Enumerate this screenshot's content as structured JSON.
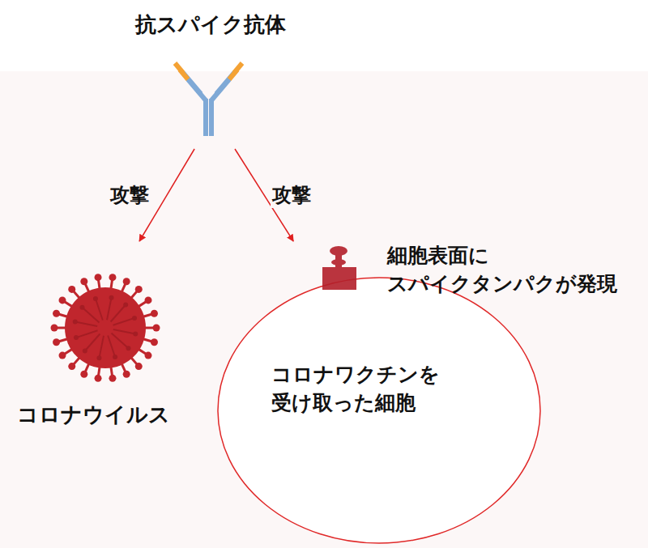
{
  "diagram": {
    "nodes": [
      {
        "text": [
          "抗スパイク抗体"
        ]
      },
      {
        "text": [
          "コロナウイルス"
        ]
      },
      {
        "text": [
          "コロナワクチンを 受け取った細胞"
        ]
      },
      {
        "text": [
          "細胞表面に スパイクタンパクが発現"
        ]
      }
    ],
    "edges": [
      {
        "from": 0,
        "to": 1,
        "label": "攻撃",
        "arrow": "to"
      },
      {
        "from": 0,
        "to": 3,
        "label": "攻撃",
        "arrow": "to"
      }
    ]
  }
}
